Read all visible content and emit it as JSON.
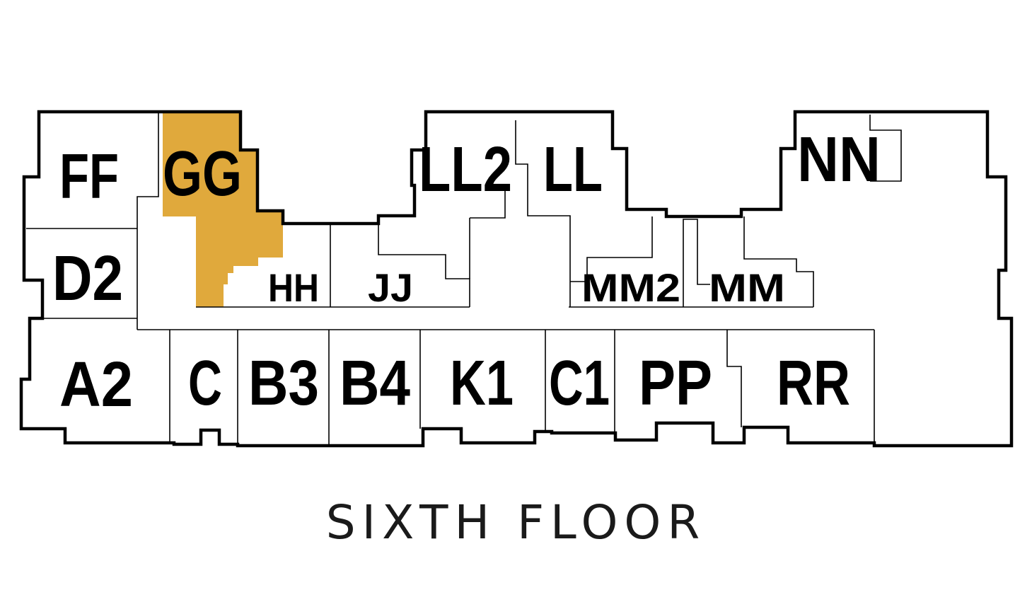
{
  "floor": {
    "title": "SIXTH FLOOR",
    "highlighted_unit": "GG",
    "highlight_color": "#E0A93C"
  },
  "units": {
    "ff": "FF",
    "gg": "GG",
    "d2": "D2",
    "hh": "HH",
    "jj": "JJ",
    "ll2": "LL2",
    "ll": "LL",
    "nn": "NN",
    "mm2": "MM2",
    "mm": "MM",
    "a2": "A2",
    "c": "C",
    "b3": "B3",
    "b4": "B4",
    "k1": "K1",
    "c1": "C1",
    "pp": "PP",
    "rr": "RR"
  }
}
